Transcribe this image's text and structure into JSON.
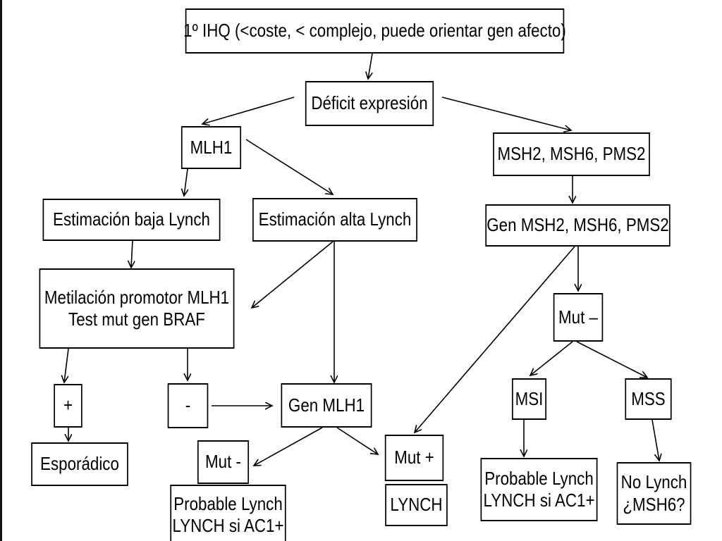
{
  "boxes": {
    "ihq": "1º IHQ (<coste, < complejo, puede orientar gen afecto)",
    "deficit": "Déficit expresión",
    "mlh1": "MLH1",
    "msh2_group": "MSH2, MSH6, PMS2",
    "est_baja": "Estimación baja Lynch",
    "est_alta": "Estimación alta Lynch",
    "gen_msh2_group": "Gen MSH2, MSH6, PMS2",
    "metilacion_line1": "Metilación promotor MLH1",
    "metilacion_line2": "Test mut gen BRAF",
    "mut_minus_right": "Mut –",
    "plus": "+",
    "minus": "-",
    "gen_mlh1": "Gen MLH1",
    "msi": "MSI",
    "mss": "MSS",
    "esporadico": "Esporádico",
    "mut_minus_left": "Mut -",
    "mut_plus": "Mut +",
    "probable_left_line1": "Probable Lynch",
    "probable_left_line2": "LYNCH si AC1+",
    "lynch": "LYNCH",
    "probable_right_line1": "Probable Lynch",
    "probable_right_line2": "LYNCH si AC1+",
    "no_lynch_line1": "No Lynch",
    "no_lynch_line2": "¿MSH6?"
  }
}
